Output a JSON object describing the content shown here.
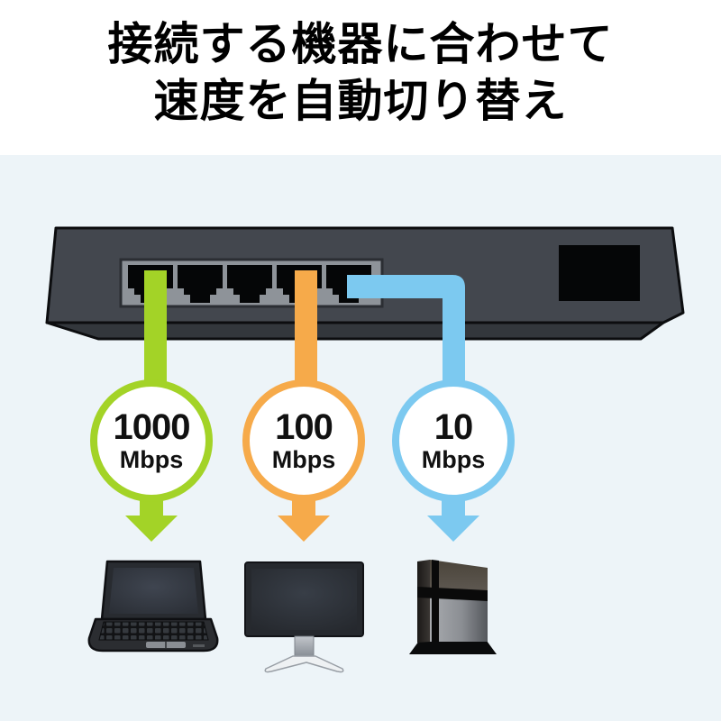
{
  "title": {
    "line1": "接続する機器に合わせて",
    "line2": "速度を自動切り替え"
  },
  "speed_badges": [
    {
      "value": "1000",
      "unit": "Mbps"
    },
    {
      "value": "100",
      "unit": "Mbps"
    },
    {
      "value": "10",
      "unit": "Mbps"
    }
  ],
  "switch": {
    "port_count": 5
  },
  "devices": [
    "laptop-icon",
    "desktop-monitor-icon",
    "game-console-icon"
  ],
  "colors": {
    "green": "#a3d327",
    "orange": "#f6aa4a",
    "blue": "#7cc9f0",
    "panel_background": "#edf4f8",
    "switch_body": "#43474e",
    "title_text": "#000000",
    "white": "#ffffff"
  }
}
